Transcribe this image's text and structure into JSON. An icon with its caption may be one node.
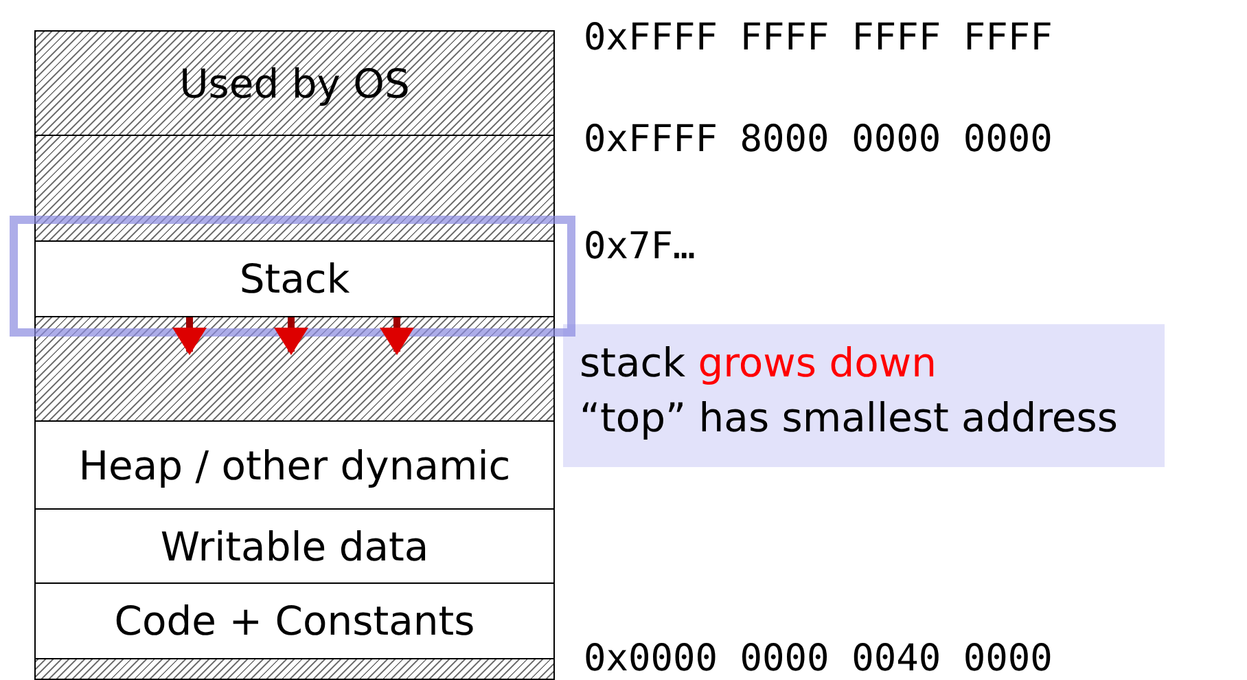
{
  "diagram": {
    "nodes": [
      {
        "text": [
          "Used by OS"
        ]
      },
      {
        "text": [],
        "shape": "box"
      },
      {
        "text": [
          "Stack"
        ]
      },
      {
        "text": [],
        "shape": "box"
      },
      {
        "text": [
          "Heap / other dynamic"
        ]
      },
      {
        "text": [
          "Writable data"
        ]
      },
      {
        "text": [
          "Code + Constants"
        ]
      },
      {
        "text": [],
        "shape": "box"
      },
      {
        "text": [
          "stack **grows down**",
          "“top” has smallest address"
        ]
      }
    ],
    "labels": [
      "0xFFFF FFFF FFFF FFFF",
      "0xFFFF 8000 0000 0000",
      "0x7F…",
      "0x0000 0000 0040 0000"
    ]
  }
}
